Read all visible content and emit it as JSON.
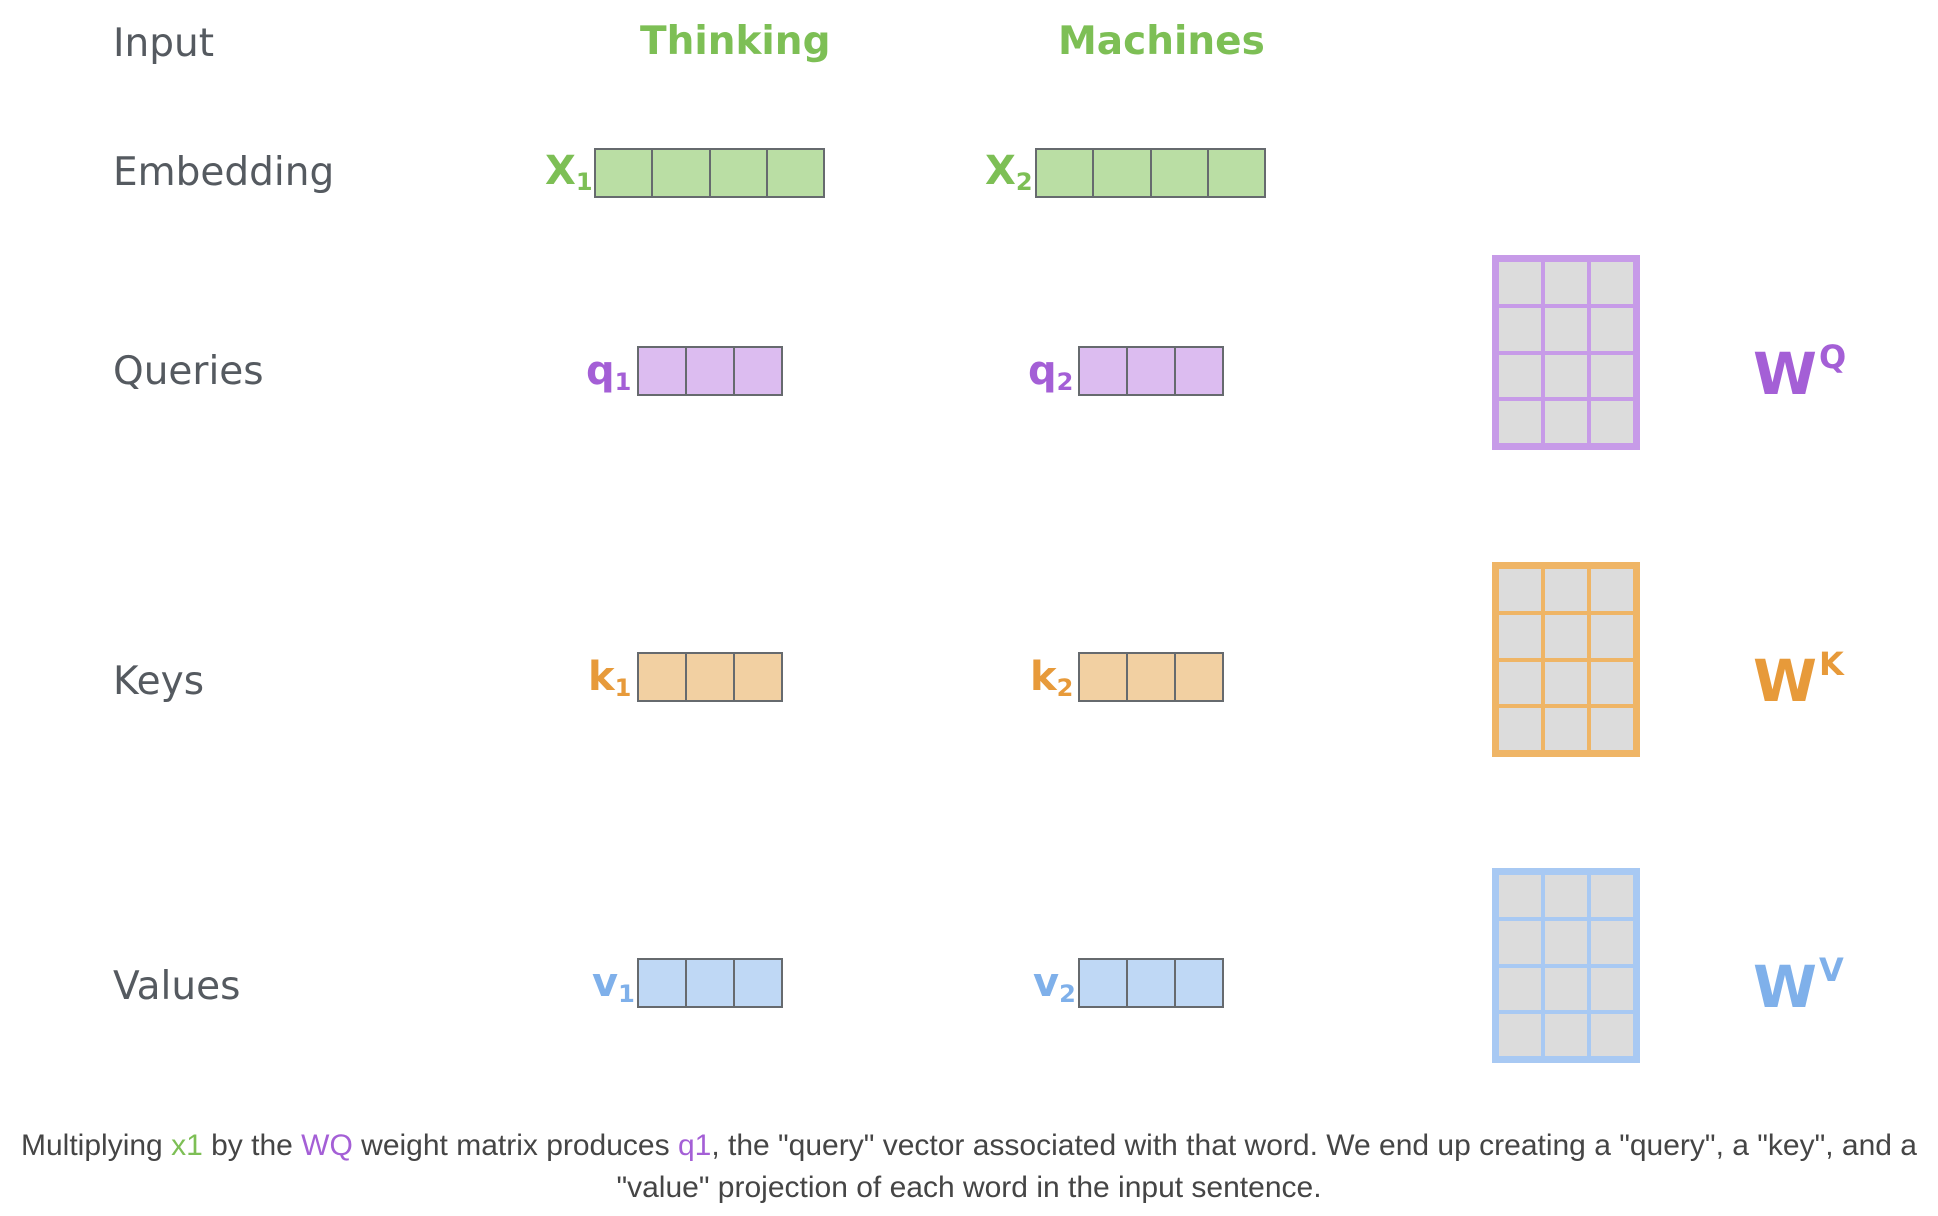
{
  "colors": {
    "green": "#7dbf55",
    "green_fill": "#badea4",
    "purple": "#a45fd6",
    "purple_fill": "#dcbcf0",
    "purple_border": "#c79be8",
    "orange": "#e79a3a",
    "orange_fill": "#f2d0a2",
    "orange_border": "#efb566",
    "blue": "#7fb0ea",
    "blue_fill": "#bfd8f5",
    "blue_border": "#a8c9f3",
    "label_gray": "#555a60"
  },
  "rows": {
    "input": "Input",
    "embedding": "Embedding",
    "queries": "Queries",
    "keys": "Keys",
    "values": "Values"
  },
  "words": [
    "Thinking",
    "Machines"
  ],
  "vectors": {
    "x1": {
      "letter": "X",
      "sub": "1"
    },
    "x2": {
      "letter": "X",
      "sub": "2"
    },
    "q1": {
      "letter": "q",
      "sub": "1"
    },
    "q2": {
      "letter": "q",
      "sub": "2"
    },
    "k1": {
      "letter": "k",
      "sub": "1"
    },
    "k2": {
      "letter": "k",
      "sub": "2"
    },
    "v1": {
      "letter": "v",
      "sub": "1"
    },
    "v2": {
      "letter": "v",
      "sub": "2"
    }
  },
  "weights": {
    "wq": {
      "letter": "W",
      "sup": "Q"
    },
    "wk": {
      "letter": "W",
      "sup": "K"
    },
    "wv": {
      "letter": "W",
      "sup": "V"
    }
  },
  "caption": {
    "part1": "Multiplying ",
    "x1": "x1",
    "part2": " by the ",
    "wq": "WQ",
    "part3": " weight matrix produces ",
    "q1": "q1",
    "part4": ", the \"query\" vector associated with that word. We end up creating a \"query\", a \"key\", and a \"value\" projection of each word in the input sentence."
  }
}
